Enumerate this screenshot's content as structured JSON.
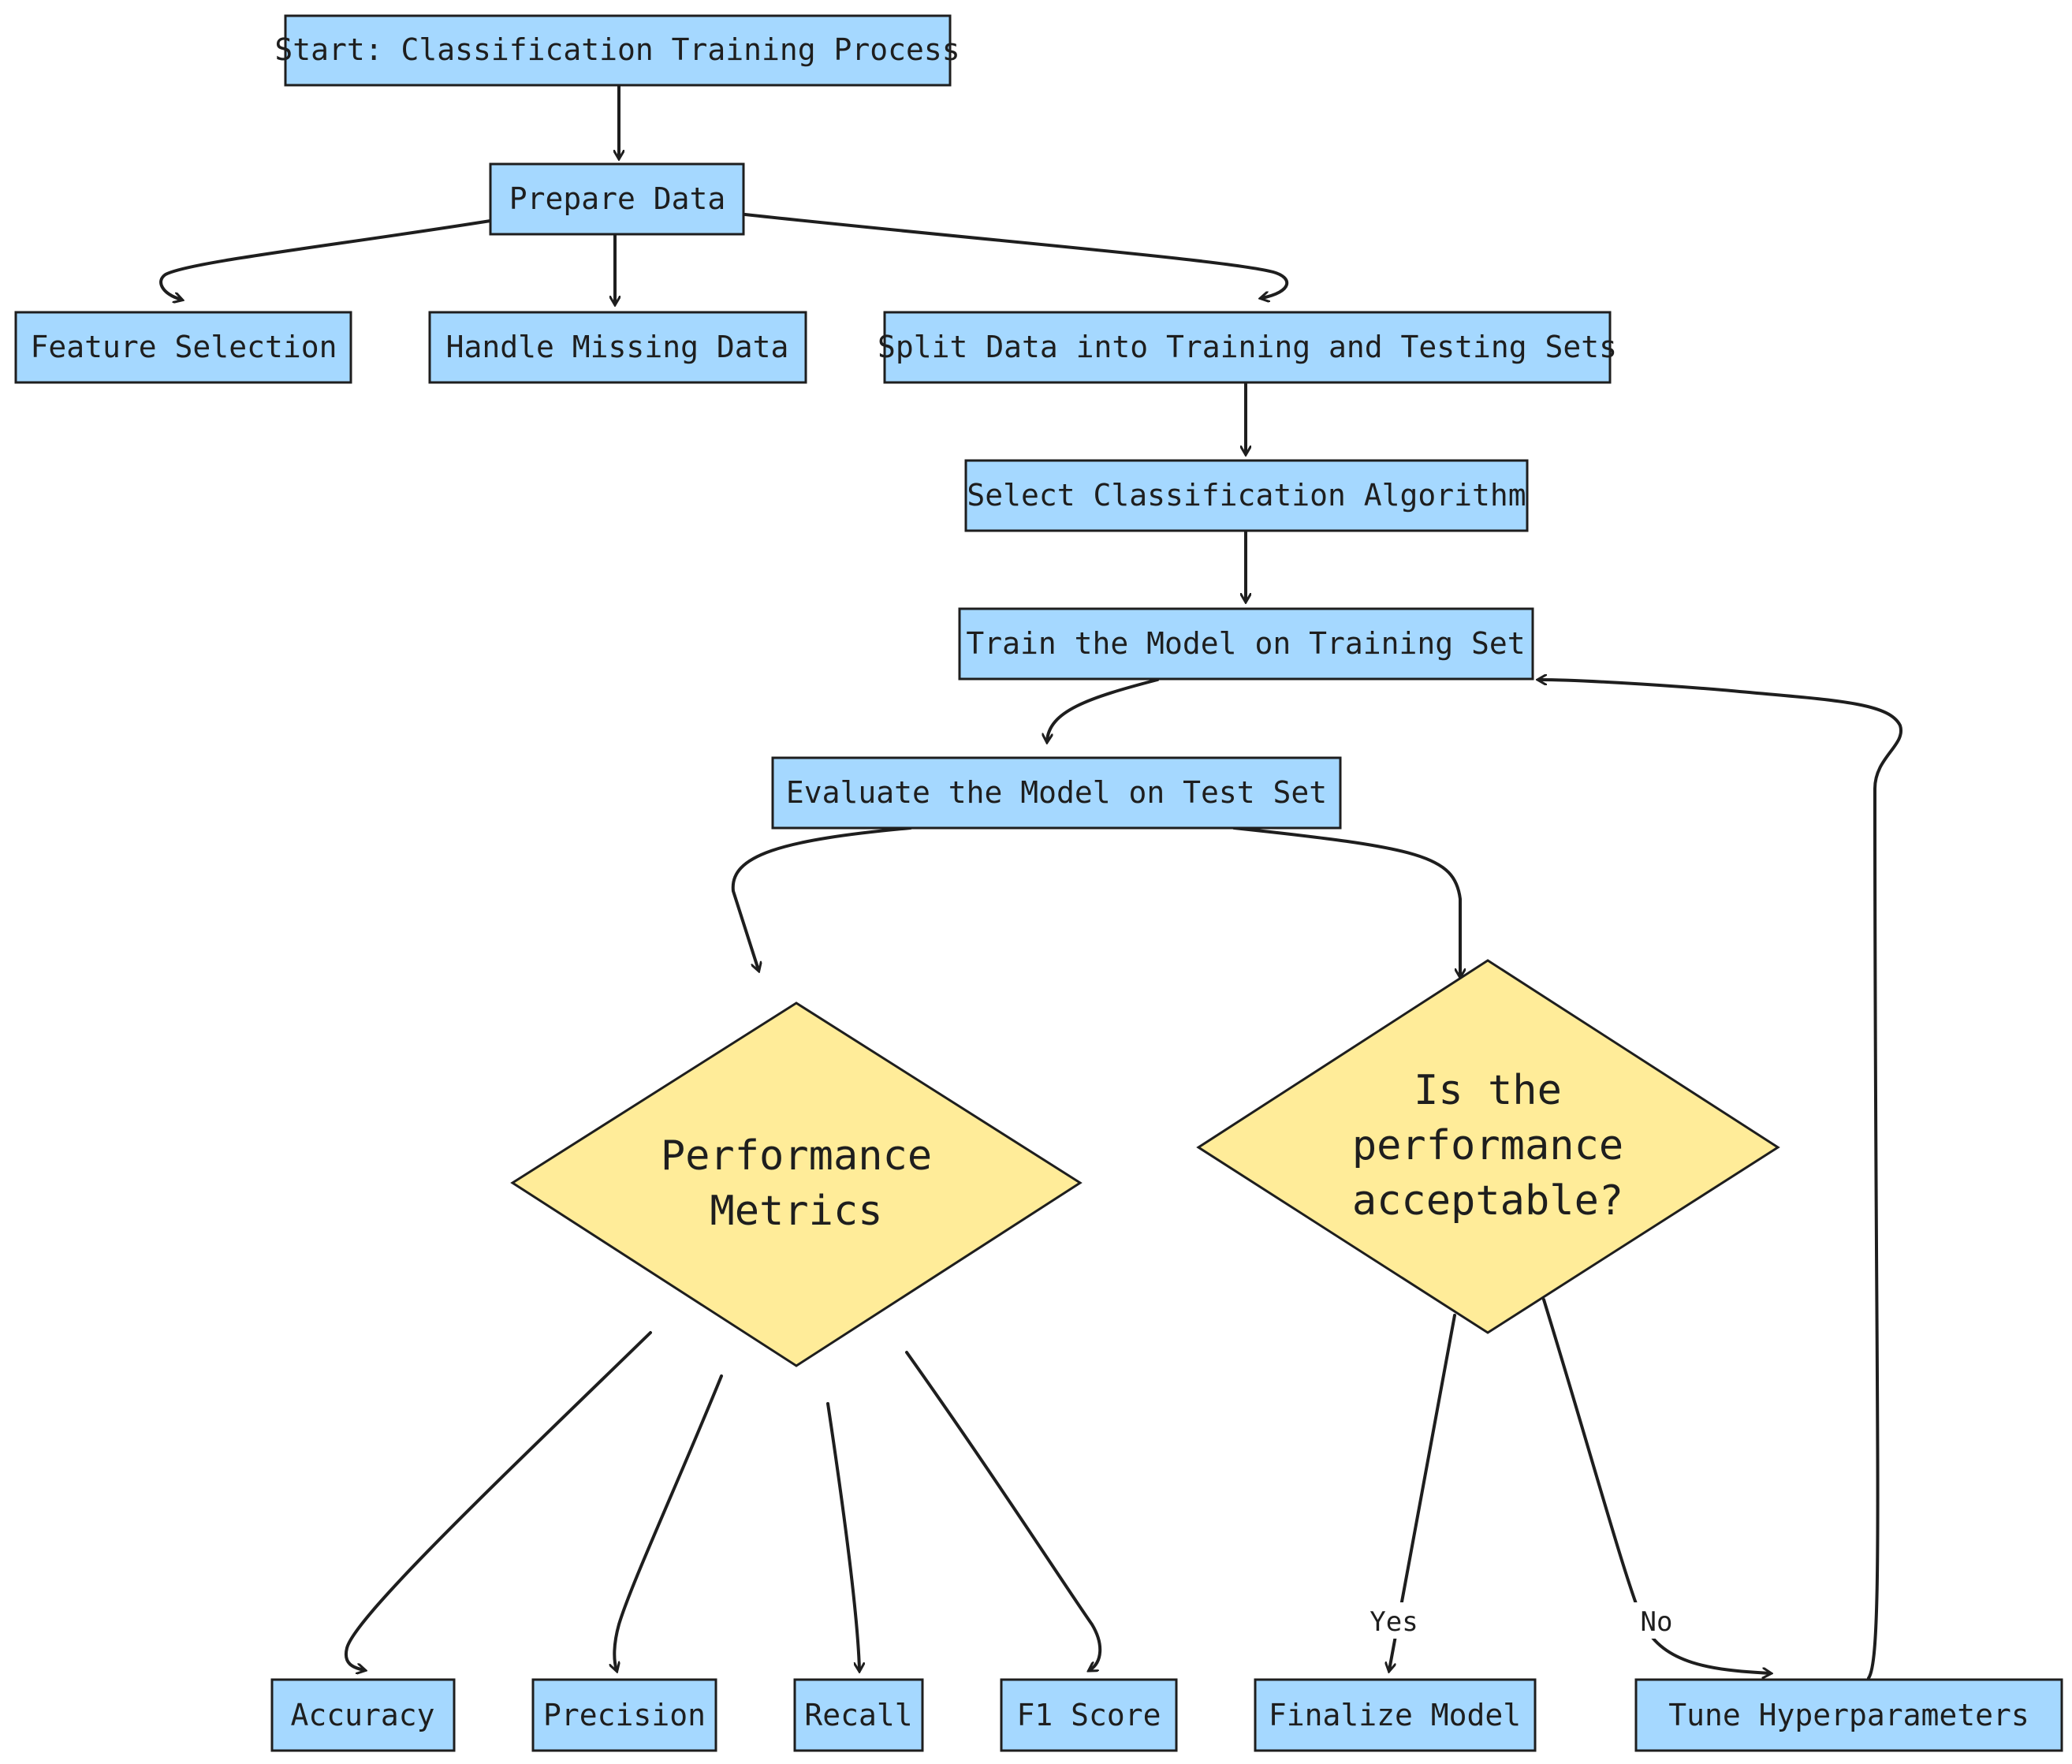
{
  "nodes": {
    "start": "Start: Classification Training Process",
    "prepare": "Prepare Data",
    "feature": "Feature Selection",
    "missing": "Handle Missing Data",
    "split": "Split Data into Training and Testing Sets",
    "select": "Select Classification Algorithm",
    "train": "Train the Model on Training Set",
    "evaluate": "Evaluate the Model on Test Set",
    "metrics": [
      "Performance",
      "Metrics"
    ],
    "decision": [
      "Is the",
      "performance",
      "acceptable?"
    ],
    "accuracy": "Accuracy",
    "precision": "Precision",
    "recall": "Recall",
    "f1": "F1 Score",
    "finalize": "Finalize Model",
    "tune": "Tune Hyperparameters"
  },
  "edges": {
    "yes": "Yes",
    "no": "No"
  },
  "colors": {
    "process": "#a5d8ff",
    "decision": "#ffec99",
    "stroke": "#1e1e1e"
  }
}
